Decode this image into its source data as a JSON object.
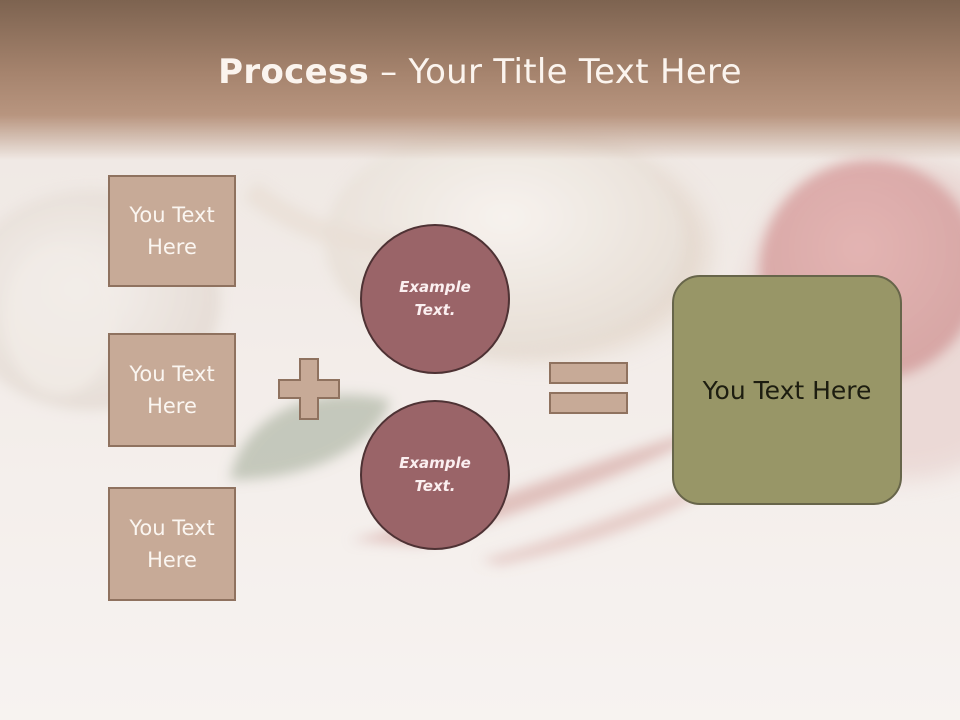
{
  "slide": {
    "title_bold": "Process",
    "title_rest": " – Your Title Text Here"
  },
  "inputs": [
    {
      "label": "You Text Here"
    },
    {
      "label": "You Text Here"
    },
    {
      "label": "You Text Here"
    }
  ],
  "circles": [
    {
      "label": "Example Text."
    },
    {
      "label": "Example Text."
    }
  ],
  "result": {
    "label": "You Text Here"
  },
  "colors": {
    "header": "#a5836d",
    "box_fill": "#c7aa97",
    "circle_fill": "#9a6468",
    "result_fill": "#989667"
  }
}
